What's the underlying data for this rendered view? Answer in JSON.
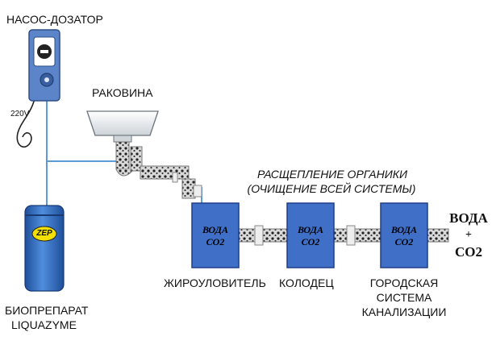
{
  "labels": {
    "pump": "НАСОС-ДОЗАТОР",
    "voltage": "220V",
    "sink": "РАКОВИНА",
    "caption_line1": "РАСЩЕПЛЕНИЕ ОРГАНИКИ",
    "caption_line2": "(ОЧИЩЕНИЕ ВСЕЙ СИСТЕМЫ)",
    "tank_brand": "ZEP",
    "bioproduct_line1": "БИОПРЕПАРАТ",
    "bioproduct_line2": "LIQUAZYME",
    "output_line1": "ВОДА",
    "output_line2": "+",
    "output_line3": "CO2"
  },
  "boxes": [
    {
      "line1": "ВОДА",
      "line2": "CO2",
      "label_lines": [
        "ЖИРОУЛОВИТЕЛЬ"
      ]
    },
    {
      "line1": "ВОДА",
      "line2": "CO2",
      "label_lines": [
        "КОЛОДЕЦ"
      ]
    },
    {
      "line1": "ВОДА",
      "line2": "CO2",
      "label_lines": [
        "ГОРОДСКАЯ",
        "СИСТЕМА",
        "КАНАЛИЗАЦИИ"
      ]
    }
  ],
  "colors": {
    "box_fill": "#3f6fc7",
    "box_stroke": "#1f3f88",
    "pump_body": "#5b84c9",
    "tank_fill": "#3a77c9",
    "pipe_fill": "#d9d9d9",
    "pipe_dots": "#222222",
    "sink_fill": "#e8ecef",
    "line": "#5a9bd8",
    "cable": "#222222"
  }
}
